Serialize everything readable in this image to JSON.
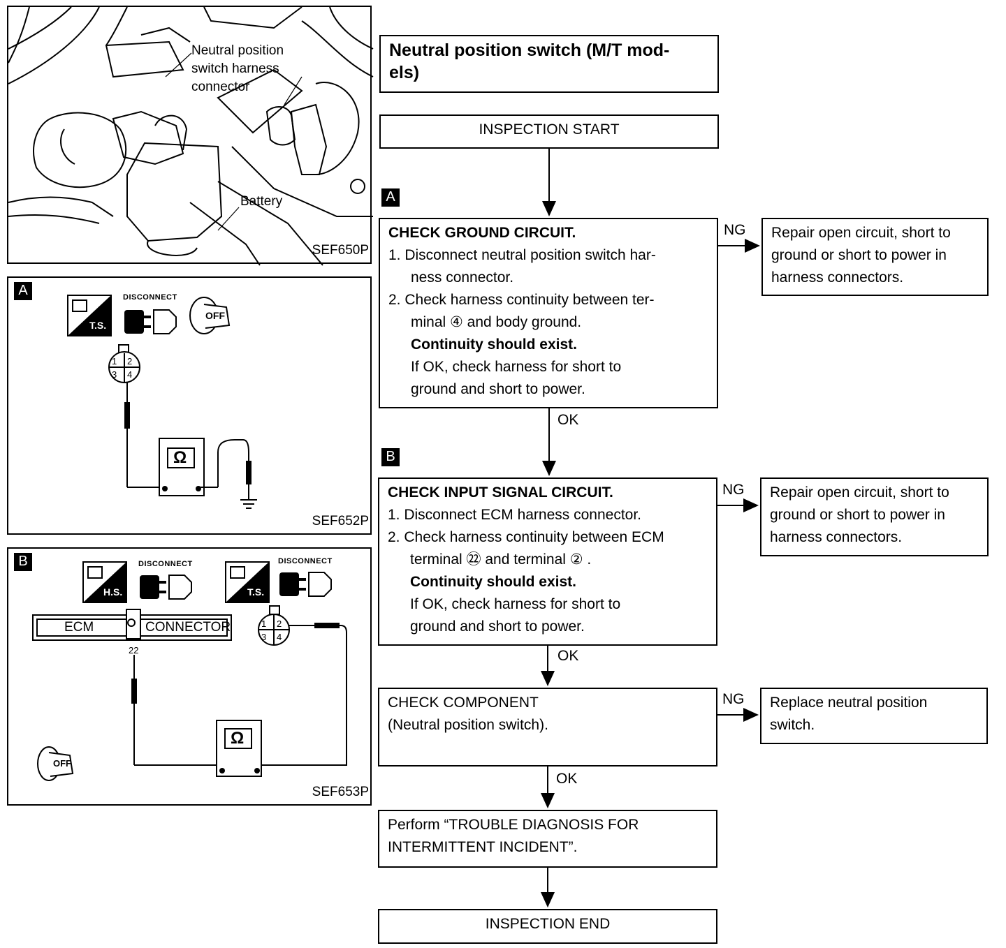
{
  "title": "Neutral position switch (M/T mod-\nels)",
  "flow": {
    "start": "INSPECTION START",
    "step_a": {
      "tag": "A",
      "heading": "CHECK GROUND CIRCUIT.",
      "lines": [
        "1.  Disconnect neutral position switch har-",
        "ness connector.",
        "2.  Check harness continuity between ter-",
        "minal ④  and body ground.",
        "Continuity should exist.",
        "If OK, check harness for short to",
        "ground and short to power."
      ],
      "ng_label": "NG",
      "ok_label": "OK",
      "ng_action": [
        "Repair open circuit, short to",
        "ground or short to power in",
        "harness connectors."
      ]
    },
    "step_b": {
      "tag": "B",
      "heading": "CHECK INPUT SIGNAL CIRCUIT.",
      "lines": [
        "1.  Disconnect ECM harness connector.",
        "2.  Check harness continuity between ECM",
        "terminal ㉒  and terminal ② .",
        "Continuity should exist.",
        "If OK, check harness for short to",
        "ground and short to power."
      ],
      "ng_label": "NG",
      "ok_label": "OK",
      "ng_action": [
        "Repair open circuit, short to",
        "ground or short to power in",
        "harness connectors."
      ]
    },
    "step_c": {
      "lines": [
        "CHECK COMPONENT",
        "(Neutral position switch)."
      ],
      "ng_label": "NG",
      "ok_label": "OK",
      "ng_action": [
        "Replace neutral position",
        "switch."
      ]
    },
    "perform": [
      "Perform “TROUBLE DIAGNOSIS FOR",
      "INTERMITTENT INCIDENT”."
    ],
    "end": "INSPECTION END"
  },
  "figures": {
    "photo": {
      "label_connector": [
        "Neutral position",
        "switch harness",
        "connector"
      ],
      "label_battery": "Battery",
      "code": "SEF650P"
    },
    "fig_a": {
      "tag": "A",
      "icon_disconnect": "DISCONNECT",
      "icon_ts": "T.S.",
      "icon_off": "OFF",
      "pins": [
        "1",
        "2",
        "3",
        "4"
      ],
      "meter_symbol": "Ω",
      "code": "SEF652P"
    },
    "fig_b": {
      "tag": "B",
      "icon_disconnect_1": "DISCONNECT",
      "icon_disconnect_2": "DISCONNECT",
      "icon_hs": "H.S.",
      "icon_ts": "T.S.",
      "icon_off": "OFF",
      "ecm_label": "ECM",
      "connector_label": "CONNECTOR",
      "ecm_pin": "22",
      "pins": [
        "1",
        "2",
        "3",
        "4"
      ],
      "meter_symbol": "Ω",
      "code": "SEF653P"
    }
  }
}
